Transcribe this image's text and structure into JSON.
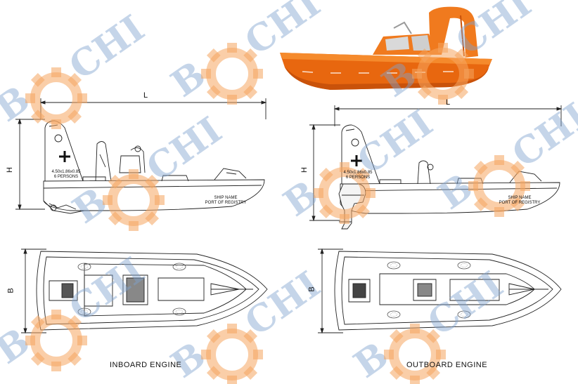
{
  "watermark": {
    "text": "BOCHI",
    "color": "#7fa3cf",
    "gear_color": "#f5a560"
  },
  "inboard": {
    "caption": "INBOARD ENGINE",
    "dim_L": "L",
    "dim_H": "H",
    "dim_B": "B",
    "capacity_line1": "4.50x1.86x0.85",
    "capacity_line2": "6 PERSONS",
    "ship_name": "SHIP NAME",
    "port": "PORT OF REGISTRY"
  },
  "outboard": {
    "caption": "OUTBOARD ENGINE",
    "dim_L": "L",
    "dim_H": "H",
    "dim_B": "B",
    "capacity_line1": "4.50x1.86x0.85",
    "capacity_line2": "6 PERSONS",
    "ship_name": "SHIP NAME",
    "port": "PORT OF REGISTRY"
  },
  "colors": {
    "hull_orange": "#f07a1e",
    "hull_dark": "#c8560c",
    "line": "#222222"
  }
}
